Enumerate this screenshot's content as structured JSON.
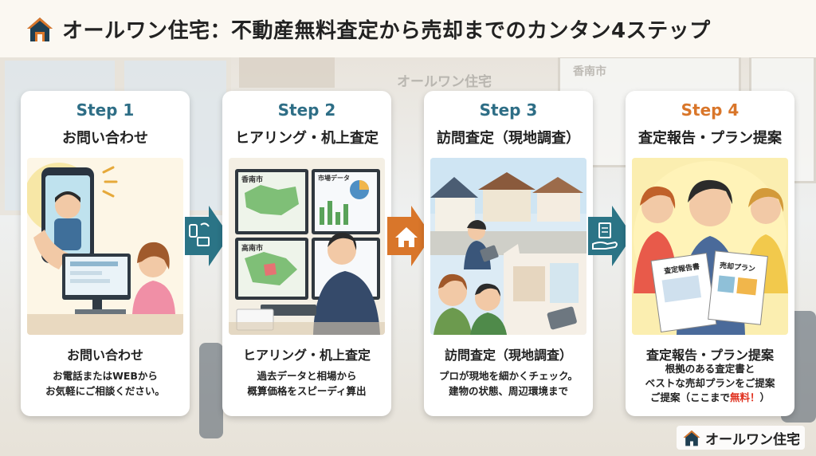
{
  "header": {
    "title": "オールワン住宅：不動産無料査定から売却までのカンタン4ステップ"
  },
  "background": {
    "sign_text": "オールワン住宅",
    "map_text": "香南市"
  },
  "steps": [
    {
      "step_label": "Step 1",
      "heading": "お問い合わせ",
      "sub_heading": "お問い合わせ",
      "desc_lines": [
        "お電話またはWEBから",
        "お気軽にご相談ください。"
      ]
    },
    {
      "step_label": "Step 2",
      "heading": "ヒアリング・机上査定",
      "sub_heading": "ヒアリング・机上査定",
      "desc_lines": [
        "過去データと相場から",
        "概算価格をスピーディ算出"
      ],
      "illus_texts": [
        "香南市",
        "市場データ",
        "高南市"
      ]
    },
    {
      "step_label": "Step 3",
      "heading": "訪問査定（現地調査）",
      "sub_heading": "訪問査定（現地調査）",
      "desc_lines": [
        "プロが現地を細かくチェック。",
        "建物の状態、周辺環境まで"
      ]
    },
    {
      "step_label": "Step 4",
      "heading": "査定報告・プラン提案",
      "sub_heading": "査定報告・プラン提案",
      "desc_lines": [
        "根拠のある査定書と",
        "ベストな売却プランをご提案"
      ],
      "desc_last_prefix": "ご提案（ここまで",
      "desc_last_free": "無料！",
      "desc_last_suffix": "）",
      "illus_texts": [
        "査定報告書",
        "売却プラン"
      ]
    }
  ],
  "footer": {
    "logo_text": "オールワン住宅"
  },
  "colors": {
    "teal": "#2e6e86",
    "orange": "#d9762a",
    "free_red": "#e0301e"
  }
}
